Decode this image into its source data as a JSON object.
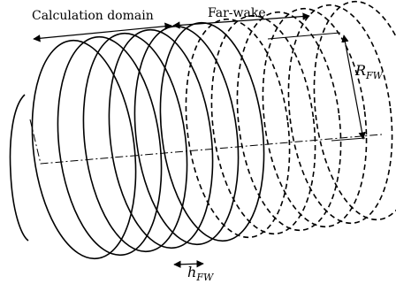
{
  "labels": {
    "calculation_domain": "Calculation domain",
    "far_wake": "Far-wake",
    "radius_symbol": "R",
    "radius_subscript": "FW",
    "pitch_symbol": "h",
    "pitch_subscript": "FW"
  },
  "helix": {
    "solid_loops": 6,
    "dashed_loops": 6
  },
  "colors": {
    "ink": "#000000",
    "background": "#ffffff"
  }
}
